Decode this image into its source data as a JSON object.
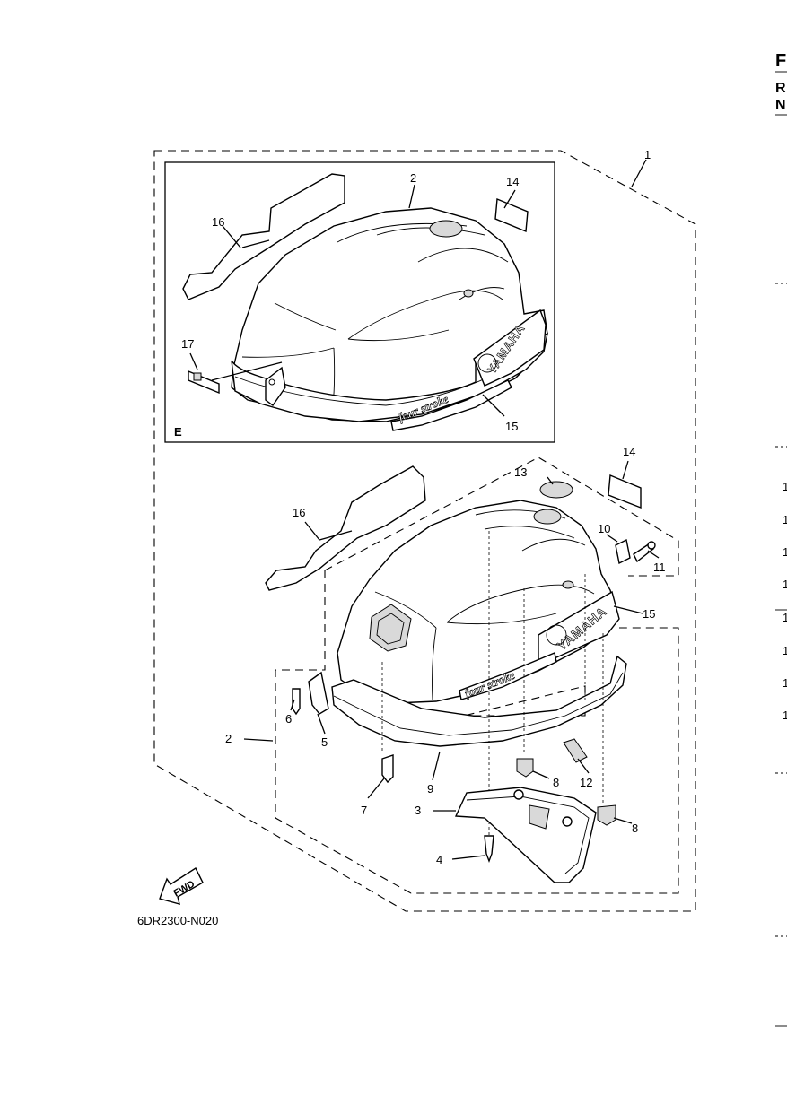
{
  "header_fragments": [
    "F",
    "R",
    "N"
  ],
  "diagram_code": "6DR2300-N020",
  "frame_tag": "E",
  "fwd_label": "FWD",
  "brand_text": "YAMAHA",
  "decal_text": "four stroke",
  "callouts": [
    "1",
    "2",
    "14",
    "16",
    "17",
    "15",
    "13",
    "10",
    "11",
    "6",
    "5",
    "7",
    "9",
    "8",
    "12",
    "3",
    "4"
  ],
  "right_margin_numbers": [
    "1",
    "1",
    "1",
    "1",
    "1",
    "1",
    "1",
    "1"
  ]
}
